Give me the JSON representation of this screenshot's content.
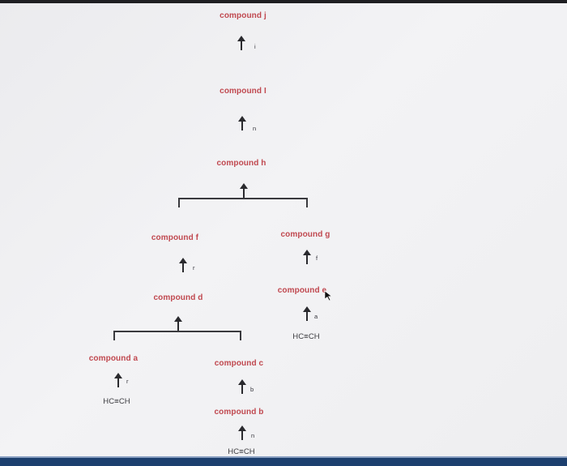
{
  "compounds": {
    "j": "compound j",
    "i": "compound I",
    "h": "compound h",
    "f": "compound f",
    "g": "compound g",
    "d": "compound d",
    "e": "compound e",
    "a": "compound a",
    "c": "compound c",
    "b": "compound b"
  },
  "reagents": {
    "i_to_j": "i",
    "h_to_i": "n",
    "d_to_f": "r",
    "e_to_g": "f",
    "acetylene_to_e": "a",
    "acetylene_to_a": "r",
    "b_to_c": "b",
    "acetylene_to_b": "n"
  },
  "acetylene": "HC≡CH",
  "colors": {
    "label": "#c0484f",
    "line": "#3a3a3e",
    "background": "#eeeef0"
  }
}
